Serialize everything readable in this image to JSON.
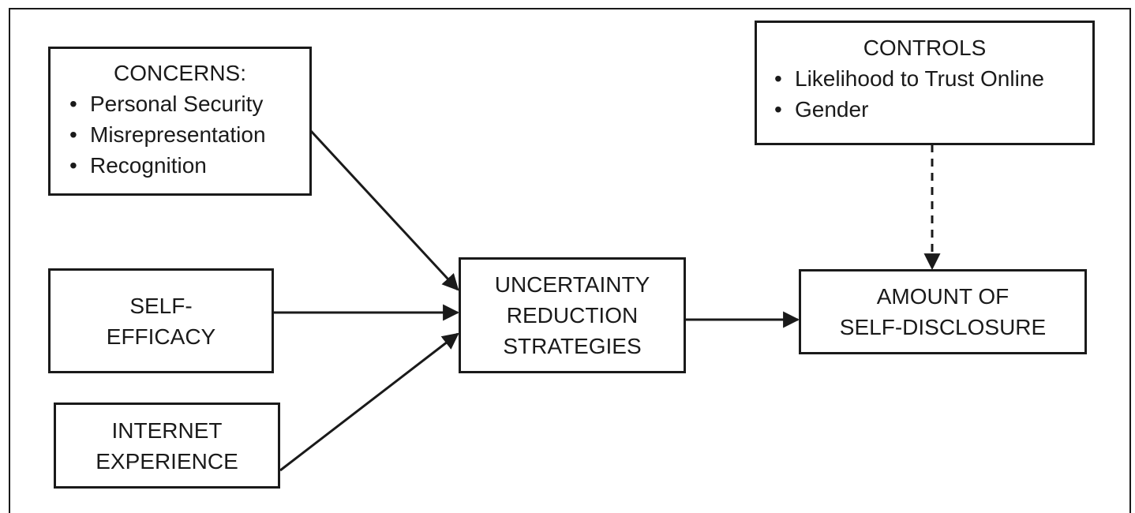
{
  "concerns": {
    "title": "CONCERNS:",
    "items": [
      "Personal Security",
      "Misrepresentation",
      "Recognition"
    ]
  },
  "self_efficacy": {
    "lines": [
      "SELF-",
      "EFFICACY"
    ]
  },
  "internet_experience": {
    "lines": [
      "INTERNET",
      "EXPERIENCE"
    ]
  },
  "uncertainty_reduction": {
    "lines": [
      "UNCERTAINTY",
      "REDUCTION",
      "STRATEGIES"
    ]
  },
  "self_disclosure": {
    "lines": [
      "AMOUNT OF",
      "SELF-DISCLOSURE"
    ]
  },
  "controls": {
    "title": "CONTROLS",
    "items": [
      "Likelihood to Trust Online",
      "Gender"
    ]
  },
  "colors": {
    "stroke": "#1a1a1a",
    "background": "#ffffff"
  }
}
